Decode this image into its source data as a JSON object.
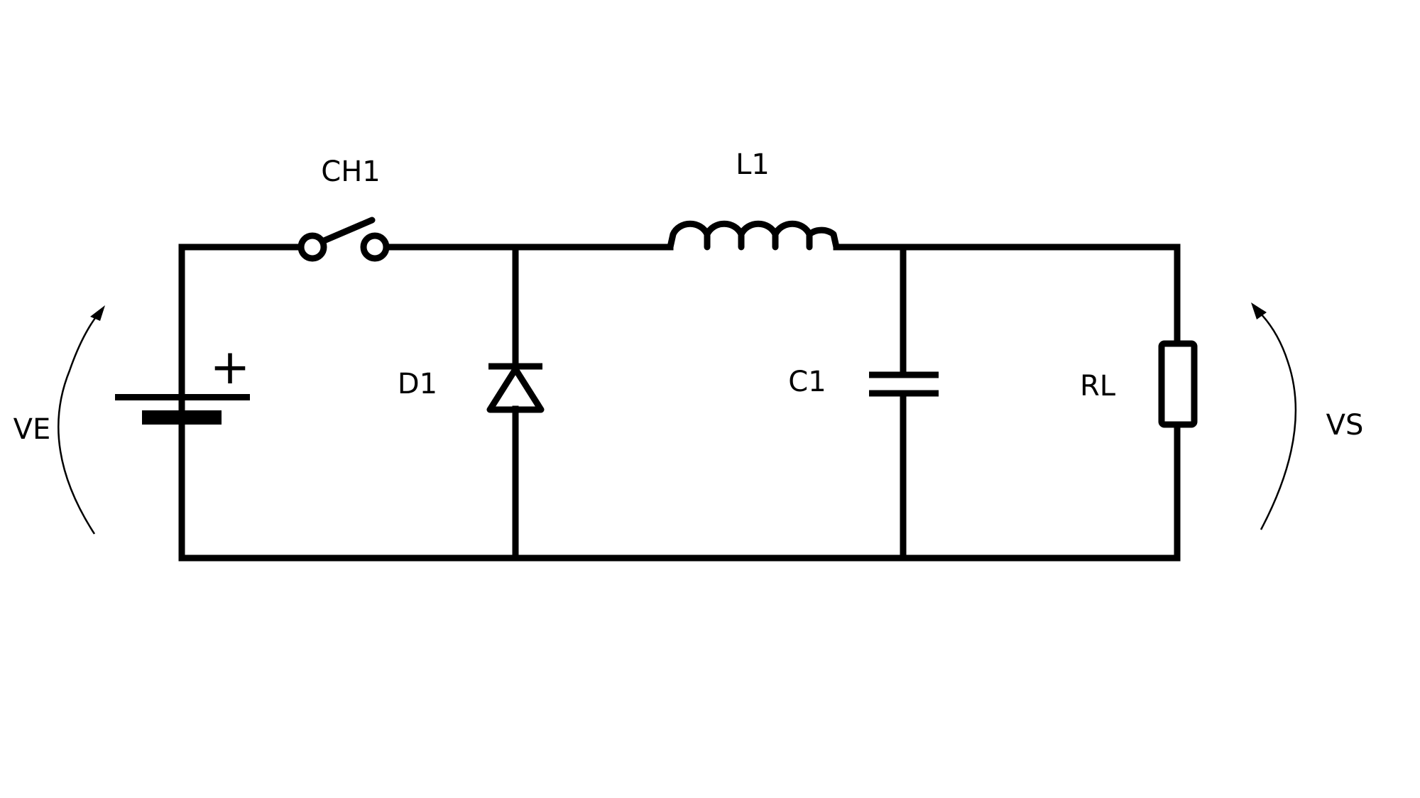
{
  "labels": {
    "switch": "CH1",
    "inductor": "L1",
    "diode": "D1",
    "capacitor": "C1",
    "load": "RL",
    "input_voltage": "VE",
    "output_voltage": "VS",
    "battery_polarity": "+"
  },
  "colors": {
    "line": "#000000",
    "background": "#ffffff"
  }
}
